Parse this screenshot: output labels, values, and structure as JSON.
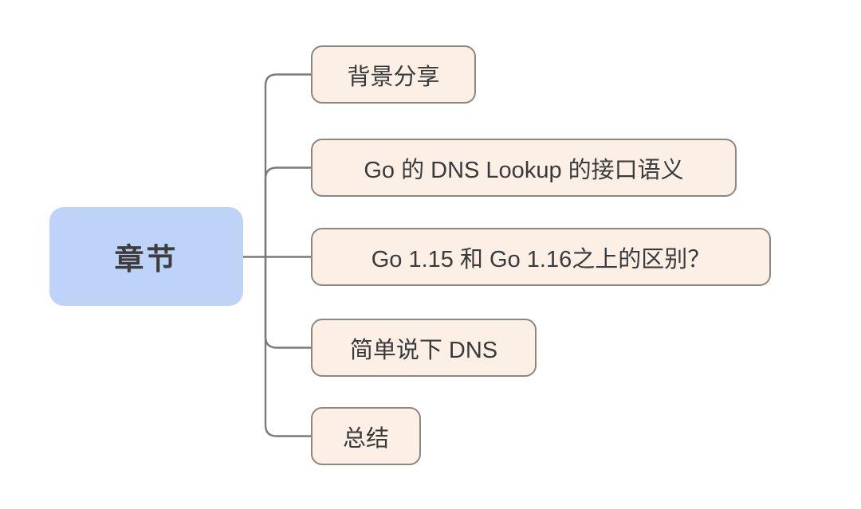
{
  "colors": {
    "page-bg": "#ffffff",
    "connector": "#7a7a7a",
    "root-fill": "#bdd3f8",
    "root-text": "#3d3d3d",
    "child-fill": "#fcefe5",
    "child-border": "#8d8780",
    "child-text": "#3a3a3a"
  },
  "mindmap": {
    "root": {
      "label": "章节"
    },
    "children": [
      {
        "label": "背景分享"
      },
      {
        "label": "Go 的 DNS Lookup 的接口语义"
      },
      {
        "label": "Go 1.15 和 Go 1.16之上的区别？"
      },
      {
        "label": "简单说下 DNS"
      },
      {
        "label": "总结"
      }
    ]
  }
}
